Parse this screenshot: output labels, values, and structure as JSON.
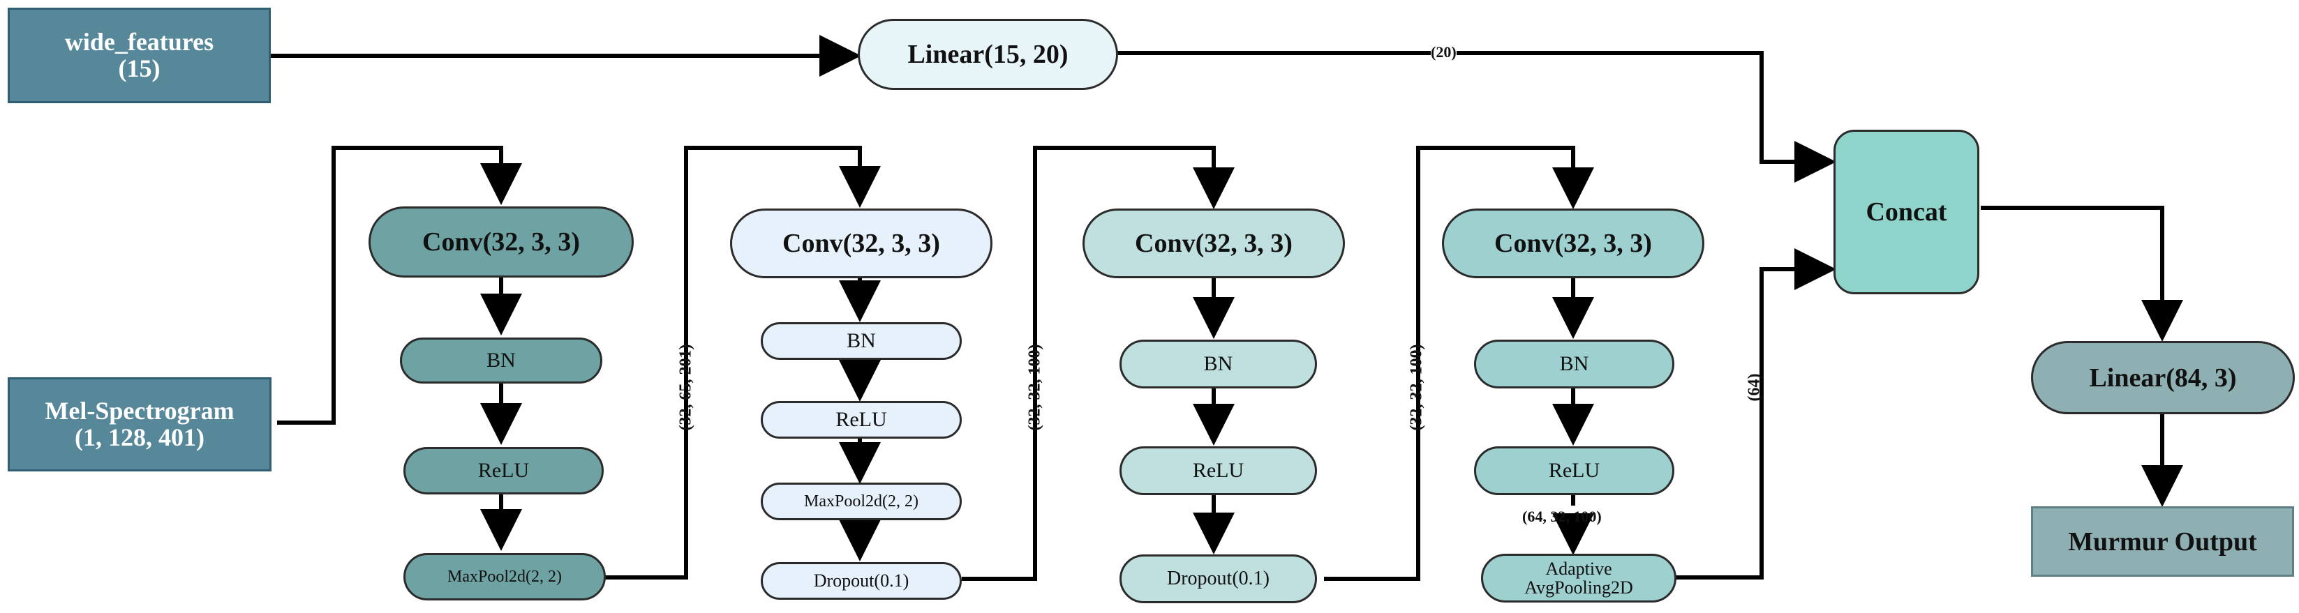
{
  "inputs": {
    "wide": {
      "name": "wide_features",
      "dim": "(15)"
    },
    "mel": {
      "name": "Mel-Spectrogram",
      "dim": "(1, 128, 401)"
    }
  },
  "wide_linear": "Linear(15, 20)",
  "wide_linear_out": "(20)",
  "blocks": [
    {
      "conv": "Conv(32, 3, 3)",
      "layers": [
        "BN",
        "ReLU",
        "MaxPool2d(2, 2)"
      ],
      "out": "(32, 65, 201)"
    },
    {
      "conv": "Conv(32, 3, 3)",
      "layers": [
        "BN",
        "ReLU",
        "MaxPool2d(2, 2)",
        "Dropout(0.1)"
      ],
      "out": "(32, 32, 100)"
    },
    {
      "conv": "Conv(32, 3, 3)",
      "layers": [
        "BN",
        "ReLU",
        "Dropout(0.1)"
      ],
      "out": "(32, 32, 100)"
    },
    {
      "conv": "Conv(32, 3, 3)",
      "layers": [
        "BN",
        "ReLU",
        "Adaptive",
        "AvgPooling2D"
      ],
      "inner": "(64, 32, 100)",
      "out": "(64)"
    }
  ],
  "concat": "Concat",
  "final_linear": "Linear(84, 3)",
  "output": "Murmur Output",
  "colors": {
    "input_box": "#57889a",
    "input_border": "#2f5f70",
    "wide_linear": "#e7f4f8",
    "block1": "#6fa3a3",
    "block2": "#e6f1fb",
    "block3": "#bfe0de",
    "block4": "#9fd0d0",
    "concat": "#8fd4ca",
    "final_linear": "#8fb0b3",
    "output": "#8fb0b3",
    "edge": "#000000"
  }
}
